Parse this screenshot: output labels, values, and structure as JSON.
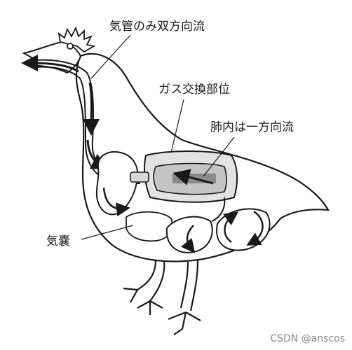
{
  "labels": {
    "trachea": "気管のみ双方向流",
    "gas_exchange": "ガス交換部位",
    "lung": "肺内は一方向流",
    "air_sac": "気嚢"
  },
  "watermark": "CSDN @anscos",
  "colors": {
    "outline": "#1a1a1a",
    "lung_fill": "#cfcfcf",
    "lung_dark": "#8a8a8a",
    "airsac_fill": "#ffffff"
  }
}
